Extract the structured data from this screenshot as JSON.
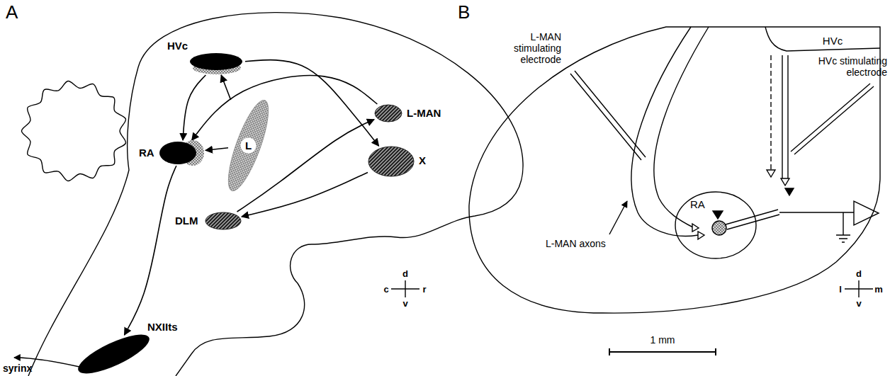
{
  "diagram": {
    "nodes": [
      {
        "text": [
          "HVc"
        ]
      },
      {
        "text": [
          "RA"
        ]
      },
      {
        "text": [
          "L"
        ]
      },
      {
        "text": [
          "L-MAN"
        ]
      },
      {
        "text": [
          "X"
        ]
      },
      {
        "text": [
          "DLM"
        ]
      },
      {
        "text": [
          "NXIIts"
        ]
      },
      {
        "text": [
          "HVc"
        ]
      },
      {
        "text": [
          "RA"
        ]
      }
    ],
    "edges": [
      {
        "from": 2,
        "to": 0,
        "arrow": "to"
      },
      {
        "from": 0,
        "to": 1,
        "arrow": "to"
      },
      {
        "from": 0,
        "to": 4,
        "arrow": "to"
      },
      {
        "from": 4,
        "to": 5,
        "arrow": "to"
      },
      {
        "from": 5,
        "to": 3,
        "arrow": "to"
      },
      {
        "from": 3,
        "to": 1,
        "arrow": "to"
      },
      {
        "from": 2,
        "to": 1,
        "arrow": "to"
      },
      {
        "from": 1,
        "to": 6,
        "arrow": "to"
      }
    ],
    "labels": [
      "A",
      "B",
      "syrinx",
      "d",
      "c",
      "r",
      "v",
      "L-MAN stimulating electrode",
      "HVc stimulating electrode",
      "L-MAN axons",
      "1 mm",
      "d",
      "l",
      "m",
      "v"
    ]
  }
}
